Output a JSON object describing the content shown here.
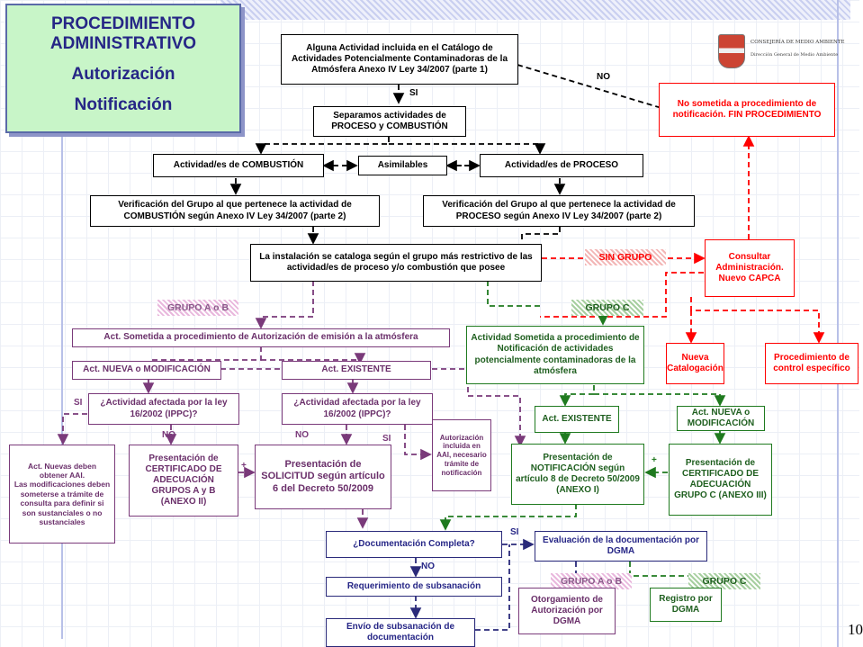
{
  "title": {
    "line1": "PROCEDIMIENTO",
    "line2": "ADMINISTRATIVO",
    "line3": "Autorización",
    "line4": "Notificación"
  },
  "logo": {
    "line1": "CONSEJERÍA DE MEDIO AMBIENTE",
    "line2": "Dirección General de Medio Ambiente"
  },
  "page_number": "10",
  "nodes": {
    "catalogo": "Alguna Actividad incluida en el Catálogo de Actividades Potencialmente Contaminadoras de la Atmósfera Anexo IV Ley 34/2007 (parte 1)",
    "no_sometida": "No sometida a procedimiento de notificación. FIN PROCEDIMIENTO",
    "separamos": "Separamos actividades de PROCESO y COMBUSTIÓN",
    "combustion": "Actividad/es de COMBUSTIÓN",
    "asimilables": "Asimilables",
    "proceso": "Actividad/es de PROCESO",
    "verif_comb": "Verificación del Grupo al que pertenece la actividad de COMBUSTIÓN según Anexo IV Ley 34/2007 (parte 2)",
    "verif_proc": "Verificación del Grupo al que pertenece la actividad de PROCESO según Anexo IV Ley 34/2007 (parte 2)",
    "cataloga": "La instalación se cataloga según el grupo más restrictivo de las actividad/es de proceso y/o combustión que posee",
    "consultar": "Consultar Administración. Nuevo CAPCA",
    "nueva_cat": "Nueva Catalogación",
    "proc_control": "Procedimiento de control específico",
    "act_autoriz": "Act. Sometida a procedimiento de Autorización de emisión a la atmósfera",
    "act_nueva_mod": "Act. NUEVA o MODIFICACIÓN",
    "act_existente": "Act. EXISTENTE",
    "ippc1": "¿Actividad afectada por la ley 16/2002 (IPPC)?",
    "ippc2": "¿Actividad afectada por la ley 16/2002 (IPPC)?",
    "nuevas_aai": "Act. Nuevas deben obtener AAI.\nLas modificaciones deben someterse a trámite de consulta para definir si son sustanciales o no sustanciales",
    "cert_ab": "Presentación de CERTIFICADO DE ADECUACIÓN GRUPOS A y B (ANEXO II)",
    "solicitud": "Presentación de SOLICITUD según artículo 6 del Decreto 50/2009",
    "autoriz_aai": "Autorización incluida en AAI, necesario trámite de notificación",
    "act_notif": "Actividad Sometida a procedimiento de Notificación de actividades potencialmente contaminadoras de la atmósfera",
    "c_existente": "Act. EXISTENTE",
    "c_nueva": "Act. NUEVA o MODIFICACIÓN",
    "notificacion": "Presentación de NOTIFICACIÓN según artículo 8 de Decreto 50/2009 (ANEXO I)",
    "cert_c": "Presentación de CERTIFICADO DE ADECUACIÓN GRUPO C (ANEXO III)",
    "doc_completa": "¿Documentación Completa?",
    "evaluacion": "Evaluación de la documentación por DGMA",
    "requerimiento": "Requerimiento de subsanación",
    "envio": "Envío de subsanación de documentación",
    "otorgamiento": "Otorgamiento de Autorización por DGMA",
    "registro": "Registro por DGMA"
  },
  "labels": {
    "si": "SI",
    "no": "NO",
    "plus": "+",
    "sin_grupo": "SIN GRUPO",
    "grupo_ab": "GRUPO A o B",
    "grupo_c": "GRUPO C"
  }
}
